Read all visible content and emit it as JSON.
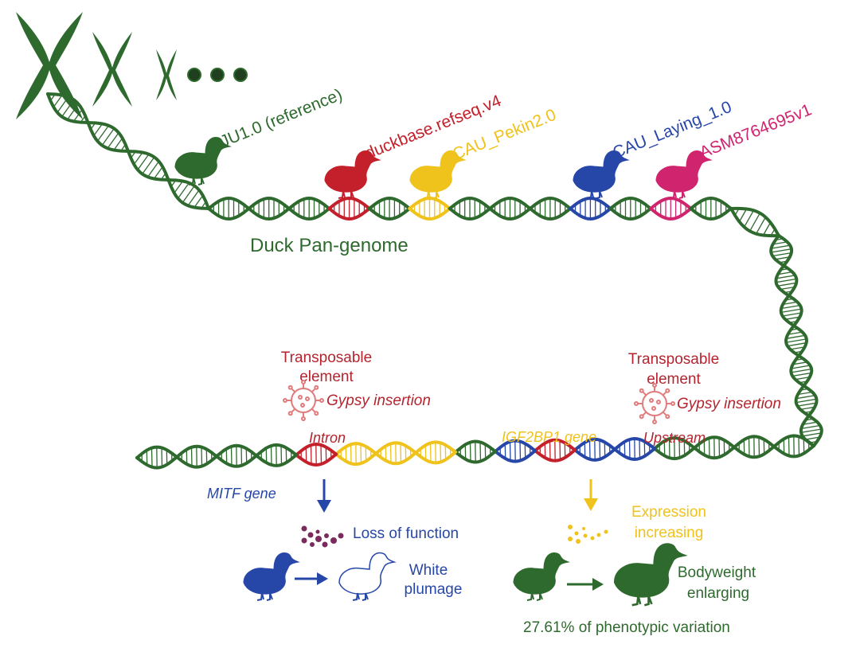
{
  "colors": {
    "green": "#2e6a2e",
    "red": "#c4202b",
    "yellow": "#efc21c",
    "blue": "#2747a8",
    "magenta": "#d0246e",
    "dark_red": "#b5242e",
    "purple": "#7a2a5c"
  },
  "assemblies": [
    {
      "label": "ZJU1.0 (reference)",
      "color": "#2e6a2e"
    },
    {
      "label": "duckbase.refseq.v4",
      "color": "#c4202b"
    },
    {
      "label": "CAU_Pekin2.0",
      "color": "#efc21c"
    },
    {
      "label": "CAU_Laying_1.0",
      "color": "#2747a8"
    },
    {
      "label": "ASM8764695v1",
      "color": "#d0246e"
    }
  ],
  "pan_genome_label": "Duck Pan-genome",
  "left_te": {
    "title_line1": "Transposable",
    "title_line2": "element",
    "insertion": "Gypsy insertion",
    "position": "Intron",
    "gene": "MITF gene",
    "effect": "Loss of function",
    "phenotype_line1": "White",
    "phenotype_line2": "plumage"
  },
  "right_te": {
    "title_line1": "Transposable",
    "title_line2": "element",
    "insertion": "Gypsy insertion",
    "position": "Upstream",
    "gene": "IGF2BP1 gene",
    "effect_line1": "Expression",
    "effect_line2": "increasing",
    "phenotype_line1": "Bodyweight",
    "phenotype_line2": "enlarging",
    "footnote": "27.61% of phenotypic variation"
  },
  "icons": [
    "chromosome-icon",
    "ellipsis-dots-icon",
    "duck-icon",
    "virus-icon",
    "arrow-down-icon",
    "arrow-right-icon",
    "molecule-dots-icon"
  ]
}
